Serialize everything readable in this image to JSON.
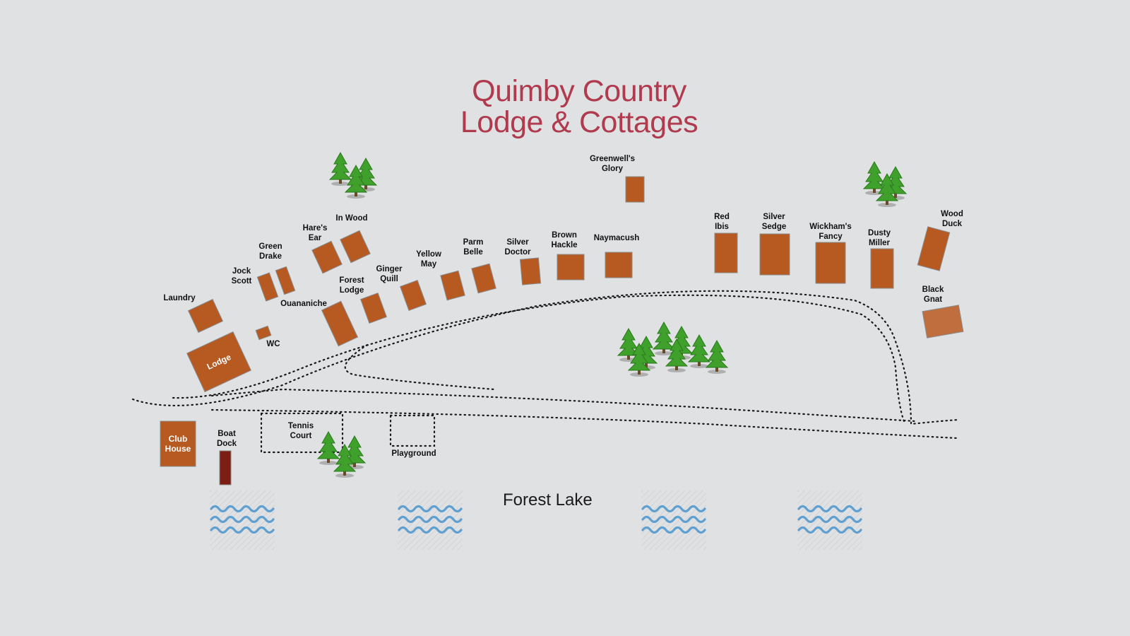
{
  "title": {
    "line1": "Quimby Country",
    "line2": "Lodge & Cottages"
  },
  "lake_name": "Forest Lake",
  "colors": {
    "background": "#e0e1e3",
    "title": "#b03a4e",
    "cottage": "#b65a22",
    "cottage_light": "#c06e3e",
    "boat_dock": "#7c1e14",
    "water": "#5fa0d0",
    "tree": "#3fa02c",
    "path": "#1a1a1a"
  },
  "buildings": [
    {
      "id": "laundry",
      "label": "Laundry"
    },
    {
      "id": "lodge",
      "label": "Lodge"
    },
    {
      "id": "jock-scott",
      "label": "Jock Scott"
    },
    {
      "id": "green-drake",
      "label": "Green Drake"
    },
    {
      "id": "wc",
      "label": "WC"
    },
    {
      "id": "hares-ear",
      "label": "Hare's Ear"
    },
    {
      "id": "in-wood",
      "label": "In Wood"
    },
    {
      "id": "ouananiche",
      "label": "Ouananiche"
    },
    {
      "id": "forest-lodge",
      "label": "Forest Lodge"
    },
    {
      "id": "ginger-quill",
      "label": "Ginger Quill"
    },
    {
      "id": "yellow-may",
      "label": "Yellow May"
    },
    {
      "id": "parm-belle",
      "label": "Parm Belle"
    },
    {
      "id": "silver-doctor",
      "label": "Silver Doctor"
    },
    {
      "id": "brown-hackle",
      "label": "Brown Hackle"
    },
    {
      "id": "naymacush",
      "label": "Naymacush"
    },
    {
      "id": "greenwells-glory",
      "label": "Greenwell's Glory"
    },
    {
      "id": "red-ibis",
      "label": "Red Ibis"
    },
    {
      "id": "silver-sedge",
      "label": "Silver Sedge"
    },
    {
      "id": "wickhams-fancy",
      "label": "Wickham's Fancy"
    },
    {
      "id": "dusty-miller",
      "label": "Dusty Miller"
    },
    {
      "id": "wood-duck",
      "label": "Wood Duck"
    },
    {
      "id": "black-gnat",
      "label": "Black Gnat"
    },
    {
      "id": "club-house",
      "label": "Club House"
    },
    {
      "id": "boat-dock",
      "label": "Boat Dock"
    }
  ],
  "facilities": [
    {
      "id": "tennis-court",
      "label": "Tennis Court"
    },
    {
      "id": "playground",
      "label": "Playground"
    }
  ]
}
